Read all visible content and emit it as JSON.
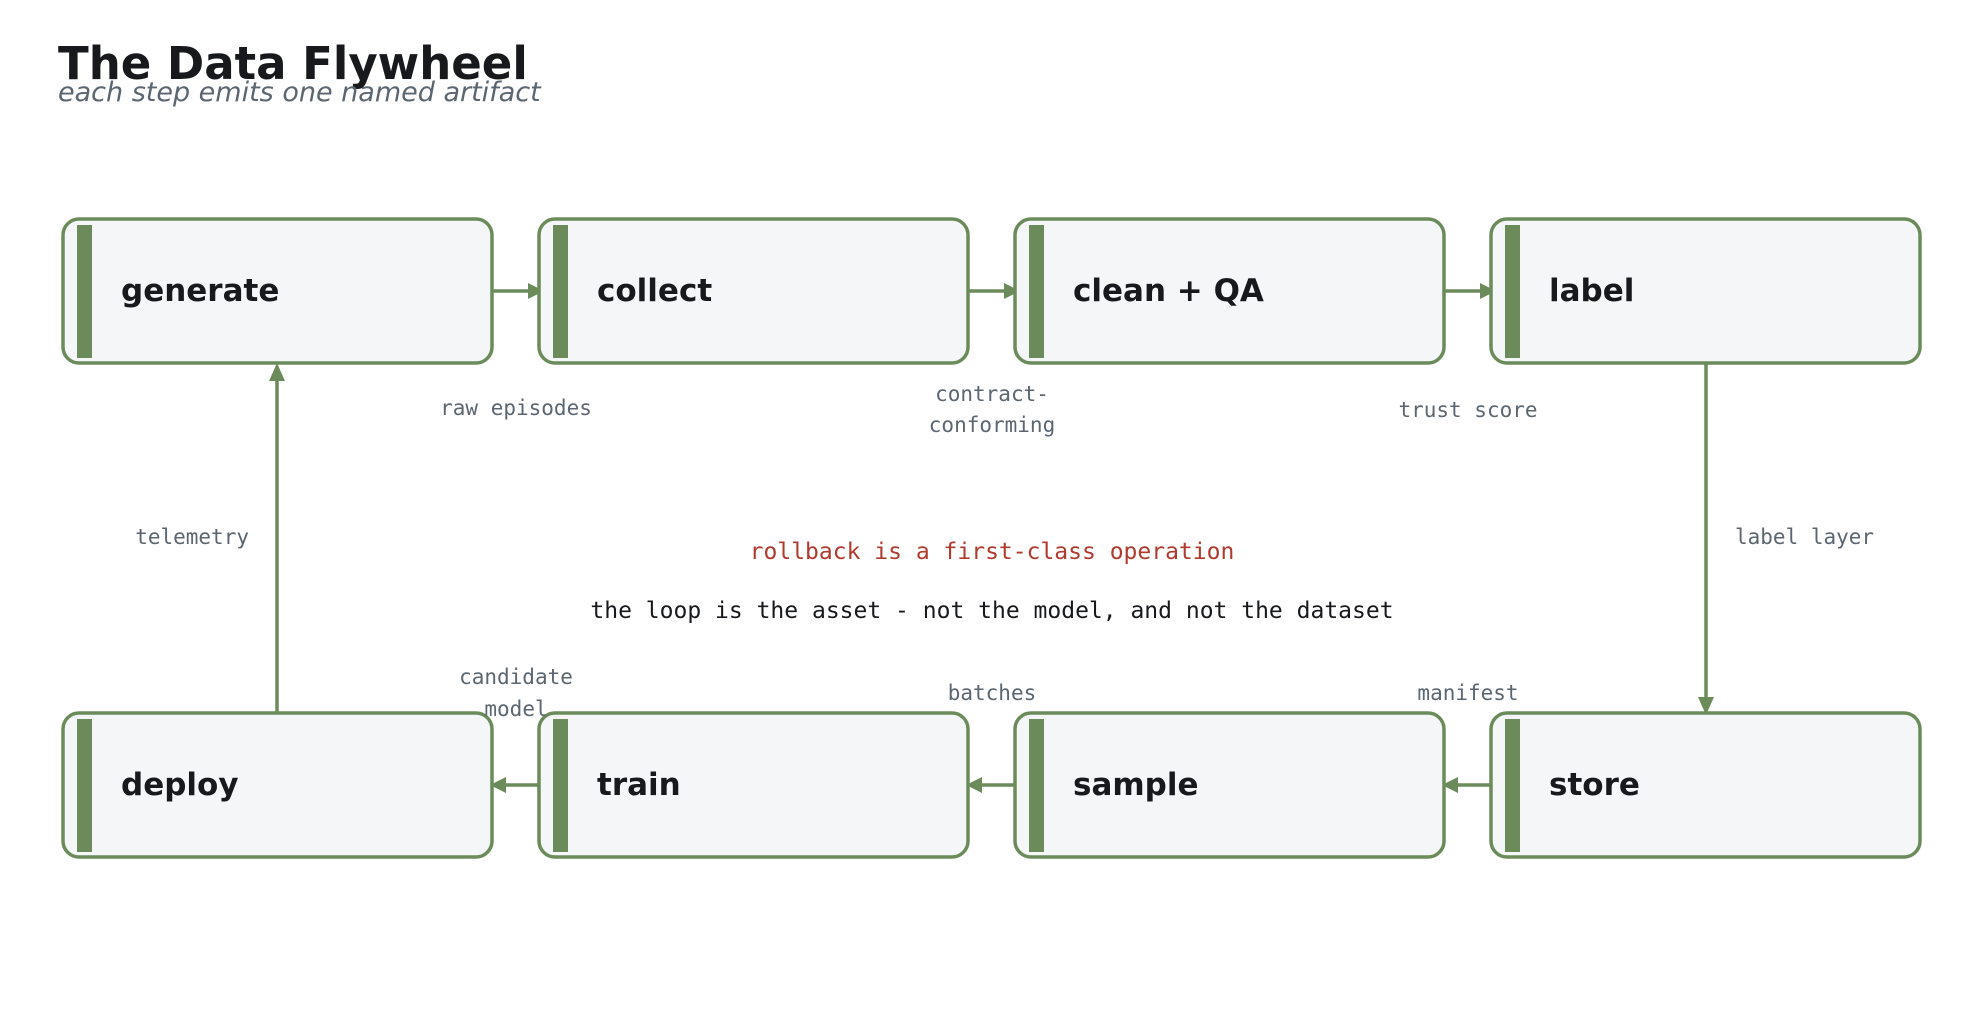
{
  "title": "The Data Flywheel",
  "subtitle": "each step emits one named artifact",
  "nodes": {
    "generate": "generate",
    "collect": "collect",
    "clean_qa": "clean + QA",
    "label": "label",
    "store": "store",
    "sample": "sample",
    "train": "train",
    "deploy": "deploy"
  },
  "edge_labels": {
    "raw_episodes": "raw episodes",
    "contract_conforming_1": "contract-",
    "contract_conforming_2": "conforming",
    "trust_score": "trust score",
    "label_layer": "label layer",
    "manifest": "manifest",
    "batches": "batches",
    "candidate_model_1": "candidate",
    "candidate_model_2": "model",
    "telemetry": "telemetry"
  },
  "center": {
    "alert": "rollback is a first-class operation",
    "note": "the loop is the asset - not the model, and not the dataset"
  },
  "colors": {
    "accent": "#6b8c5a",
    "node_fill": "#f4f6f8",
    "alert": "#b03a2e",
    "muted_text": "#5b6670",
    "text": "#17191c"
  }
}
